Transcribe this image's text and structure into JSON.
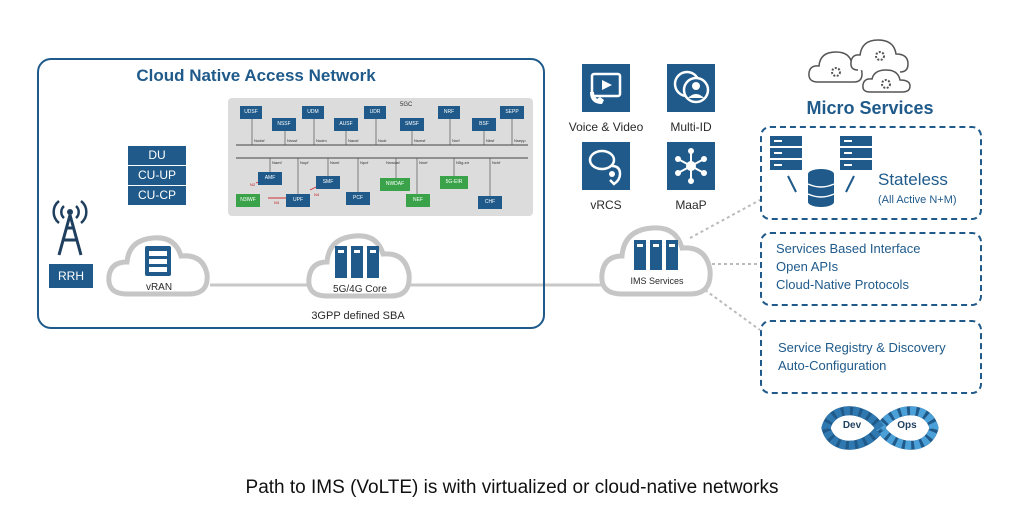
{
  "access_network": {
    "title": "Cloud Native Access Network",
    "radio_stack": [
      "DU",
      "CU-UP",
      "CU-CP"
    ],
    "rrh_label": "RRH",
    "sgc_label": "5GC",
    "core_functions_top": [
      "UDSF",
      "NSSF",
      "UDM",
      "AUSF",
      "UDR",
      "SMSF",
      "NRF",
      "BSF",
      "SEPP"
    ],
    "core_functions_bottom": [
      "N3IWF",
      "AMF",
      "UPF",
      "SMF",
      "PCF",
      "NWDAF",
      "NEF",
      "5G-EIR",
      "CHF"
    ],
    "sba_interfaces": [
      "Nudsf",
      "Nnssf",
      "Nudm",
      "Nausf",
      "Nudr",
      "Nsmsf",
      "Nnrf",
      "Nbsf",
      "Nsepp",
      "Namf",
      "Nupf",
      "Nsmf",
      "Npcf",
      "Nnwdaf",
      "Nnef",
      "N5g-eir",
      "Nchf"
    ],
    "ref_points": [
      "N2",
      "N3",
      "N4"
    ],
    "vran_label": "vRAN",
    "core_label": "5G/4G Core",
    "sba_caption": "3GPP defined SBA"
  },
  "ims": {
    "label": "IMS Services",
    "apps": [
      {
        "label": "Voice & Video",
        "icon": "voice-video-icon"
      },
      {
        "label": "Multi-ID",
        "icon": "multi-id-icon"
      },
      {
        "label": "vRCS",
        "icon": "vrcs-icon"
      },
      {
        "label": "MaaP",
        "icon": "maap-icon"
      }
    ]
  },
  "micro_services": {
    "title": "Micro Services",
    "stateless_title": "Stateless",
    "stateless_sub": "(All Active N+M)",
    "sbi_lines": [
      "Services Based Interface",
      "Open APIs",
      "Cloud-Native Protocols"
    ],
    "registry_lines": [
      "Service Registry & Discovery",
      "Auto-Configuration"
    ],
    "devops_dev": "Dev",
    "devops_ops": "Ops"
  },
  "caption": "Path to IMS (VoLTE) is with virtualized or cloud-native networks",
  "colors": {
    "brand_blue": "#1f5a8a",
    "nf_green": "#3aa34a"
  }
}
